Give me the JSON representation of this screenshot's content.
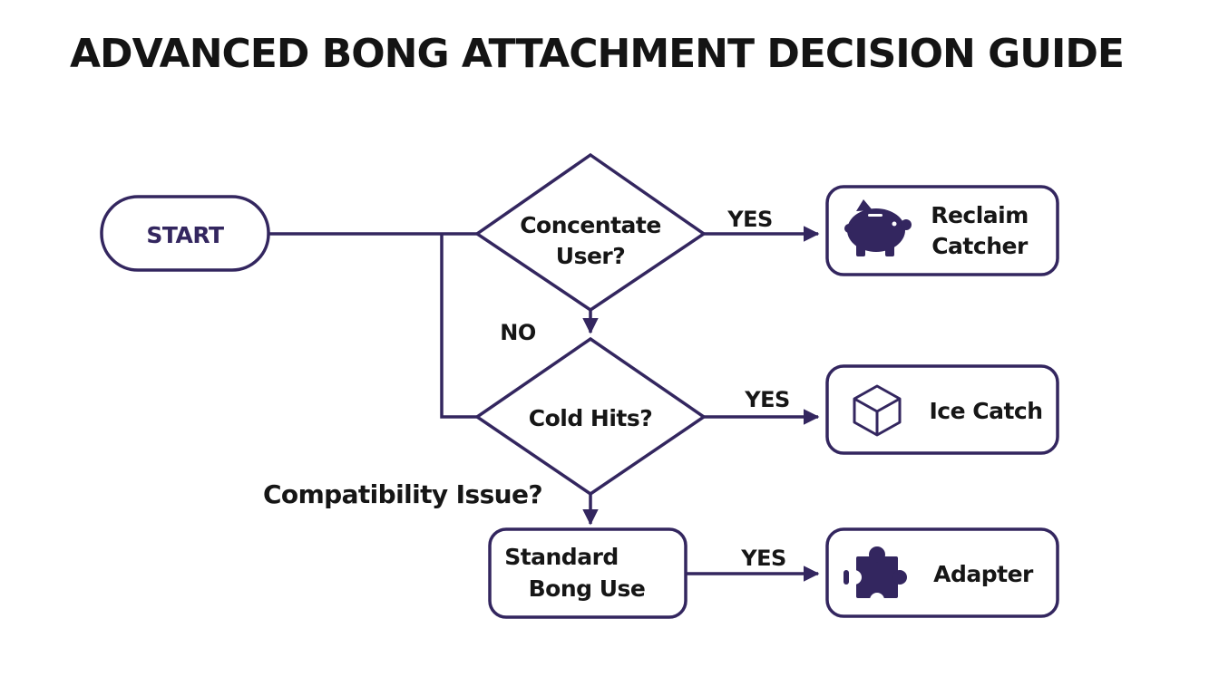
{
  "title": "ADVANCED BONG ATTACHMENT DECISION GUIDE",
  "nodes": {
    "start": "START",
    "q_concentrate": [
      "Concentate",
      "User?"
    ],
    "q_cold": "Cold Hits?",
    "q_compat": "Compatibility Issue?",
    "standard": [
      "Standard",
      "Bong Use"
    ],
    "reclaim": [
      "Reclaim",
      "Catcher"
    ],
    "ice": "Ice Catch",
    "adapter": "Adapter"
  },
  "edges": {
    "yes1": "YES",
    "yes2": "YES",
    "yes3": "YES",
    "no1": "NO"
  },
  "icons": {
    "reclaim": "piggy-bank-icon",
    "ice": "cube-icon",
    "adapter": "puzzle-piece-icon"
  },
  "colors": {
    "accent": "#33265f",
    "text": "#161616"
  }
}
